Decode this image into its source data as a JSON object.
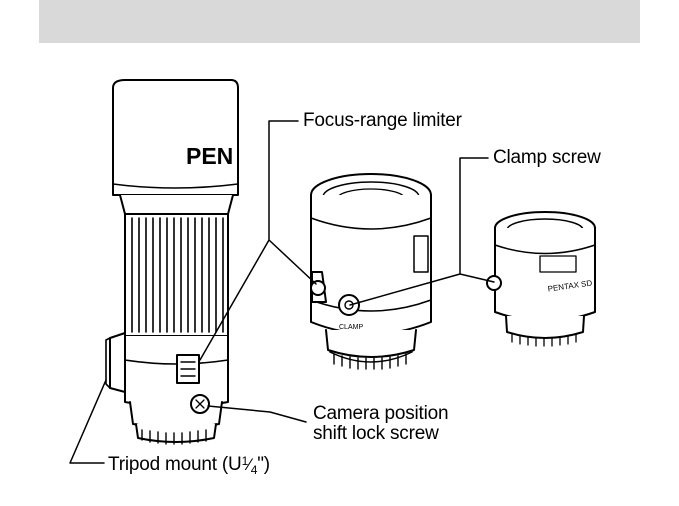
{
  "callouts": {
    "focus_range_limiter": "Focus-range limiter",
    "clamp_screw": "Clamp screw",
    "camera_position_line1": "Camera position",
    "camera_position_line2": "shift lock screw",
    "tripod_mount_prefix": "Tripod mount (U",
    "tripod_mount_num": "1",
    "tripod_mount_den": "4",
    "tripod_mount_suffix": "\")"
  },
  "lens_markings": {
    "brand": "PEN",
    "clamp_label": "CLAMP",
    "small_lens_brand": "PENTAX SD"
  },
  "colors": {
    "header_bar": "#d9d9d9",
    "ink": "#000000",
    "paper": "#ffffff"
  }
}
